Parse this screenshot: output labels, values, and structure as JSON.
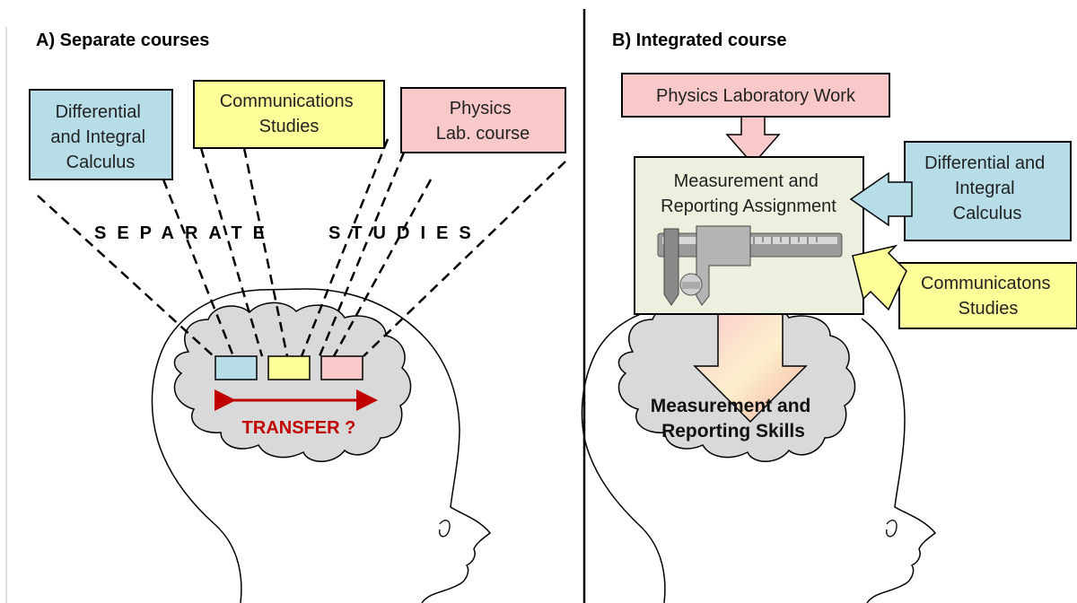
{
  "panel_a": {
    "title": "A)  Separate courses",
    "box_calculus": [
      "Differential",
      "and Integral",
      "Calculus"
    ],
    "box_comm": [
      "Communications",
      "Studies"
    ],
    "box_physics": [
      "Physics",
      "Lab. course"
    ],
    "separate_left": "SEPARATE",
    "separate_right": "STUDIES",
    "transfer": "TRANSFER ?"
  },
  "panel_b": {
    "title": "B)  Integrated course",
    "box_physics": "Physics Laboratory Work",
    "box_assignment": [
      "Measurement and",
      "Reporting Assignment"
    ],
    "box_calculus": [
      "Differential and",
      "Integral",
      "Calculus"
    ],
    "box_comm": [
      "Communicatons",
      "Studies"
    ],
    "skills": [
      "Measurement and",
      "Reporting  Skills"
    ]
  },
  "colors": {
    "blue": "#b7dde8",
    "yellow": "#ffff99",
    "pink": "#f9c9c9",
    "green": "#ebf1de",
    "brain": "#d9d9d9",
    "transfer": "#c00000"
  }
}
